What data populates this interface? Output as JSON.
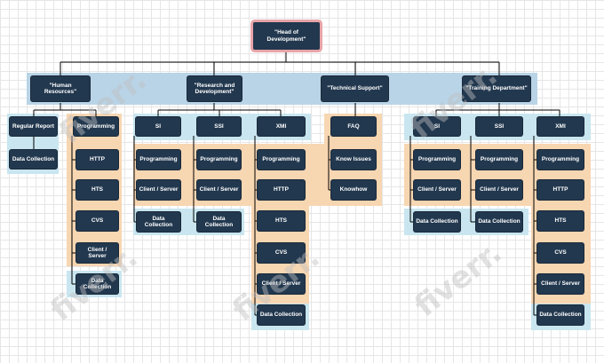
{
  "org_chart": {
    "root": "\"Head of Development\"",
    "departments": {
      "hr": "\"Human Resources\"",
      "rnd": "\"Research and Development\"",
      "tech": "\"Technical Support\"",
      "train": "\"Training Department\""
    },
    "hr": {
      "regular_report": "Regular Report",
      "data_collection": "Data Collection",
      "programming": "Programming",
      "items": [
        "HTTP",
        "HTS",
        "CVS",
        "Client / Server",
        "Data Collection"
      ]
    },
    "rnd": {
      "si": {
        "label": "SI",
        "items": [
          "Programming",
          "Client / Server",
          "Data Collection"
        ]
      },
      "ssi": {
        "label": "SSI",
        "items": [
          "Programming",
          "Client / Server",
          "Data Collection"
        ]
      },
      "xmi": {
        "label": "XMI",
        "items": [
          "Programming",
          "HTTP",
          "HTS",
          "CVS",
          "Client / Server",
          "Data Collection"
        ]
      }
    },
    "tech": {
      "faq": "FAQ",
      "items": [
        "Know Issues",
        "Knowhow"
      ]
    },
    "train": {
      "si": {
        "label": "SI",
        "items": [
          "Programming",
          "Client / Server",
          "Data Collection"
        ]
      },
      "ssi": {
        "label": "SSI",
        "items": [
          "Programming",
          "Client / Server",
          "Data Collection"
        ]
      },
      "xmi": {
        "label": "XMI",
        "items": [
          "Programming",
          "HTTP",
          "HTS",
          "CVS",
          "Client / Server",
          "Data Collection"
        ]
      }
    }
  },
  "watermark": "fiverr.",
  "colors": {
    "node_fill": "#22384f",
    "node_text": "#ffffff",
    "band_blue": "#b9d4e6",
    "band_orange": "#f7d6b2",
    "root_border": "#e8a4a8",
    "connector": "#000000"
  }
}
